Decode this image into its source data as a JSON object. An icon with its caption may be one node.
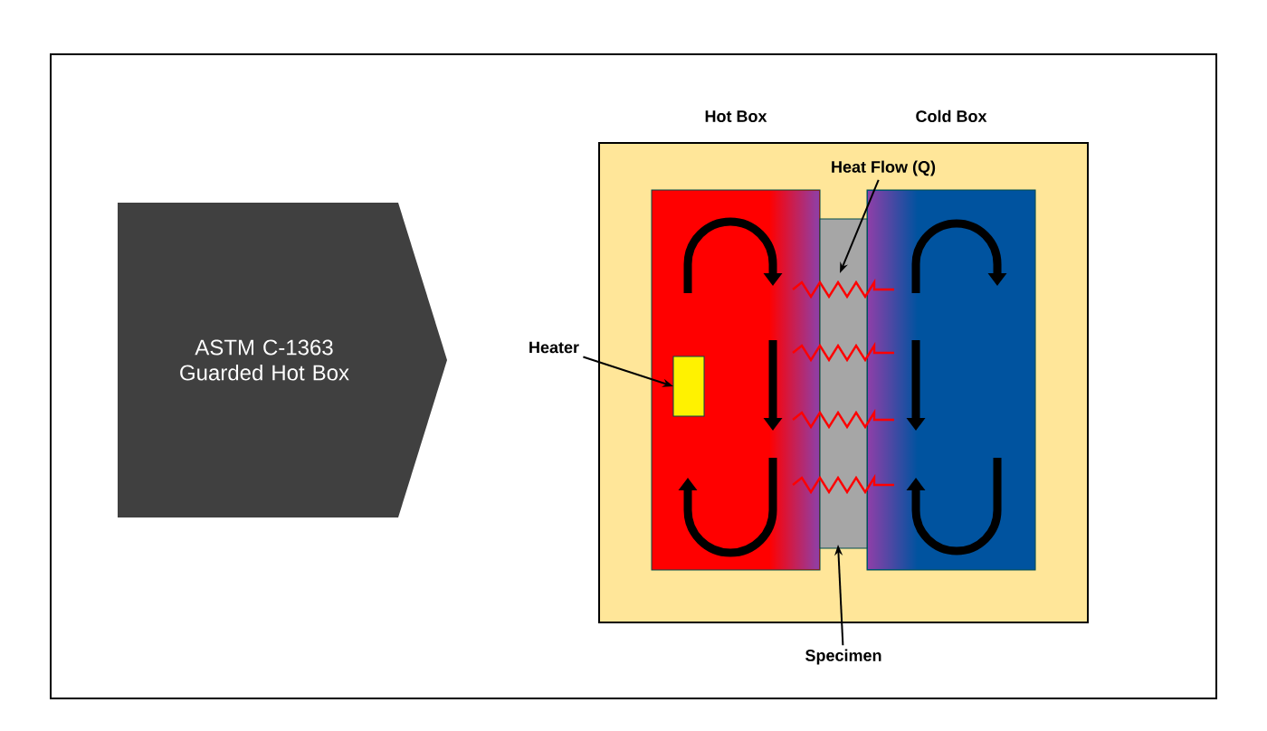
{
  "diagram": {
    "nodes": [
      {
        "text": [
          "ASTM C-1363 Guarded Hot Box"
        ]
      },
      {
        "text": [],
        "shape": "box"
      },
      {
        "text": [
          "Hot Box"
        ],
        "in": 1
      },
      {
        "text": [
          "Cold Box"
        ],
        "in": 1
      },
      {
        "text": [],
        "shape": "box",
        "in": 1
      },
      {
        "text": [],
        "shape": "box",
        "in": 2
      },
      {
        "text": [
          "Heater"
        ]
      },
      {
        "text": [
          "Heat Flow (Q)"
        ],
        "in": 1
      },
      {
        "text": [
          "Specimen"
        ]
      }
    ],
    "edges": [
      {
        "from": 6,
        "to": 5,
        "arrow": "to"
      },
      {
        "from": 7,
        "to": 4,
        "arrow": "to"
      },
      {
        "from": 8,
        "to": 4,
        "arrow": "to"
      }
    ]
  }
}
